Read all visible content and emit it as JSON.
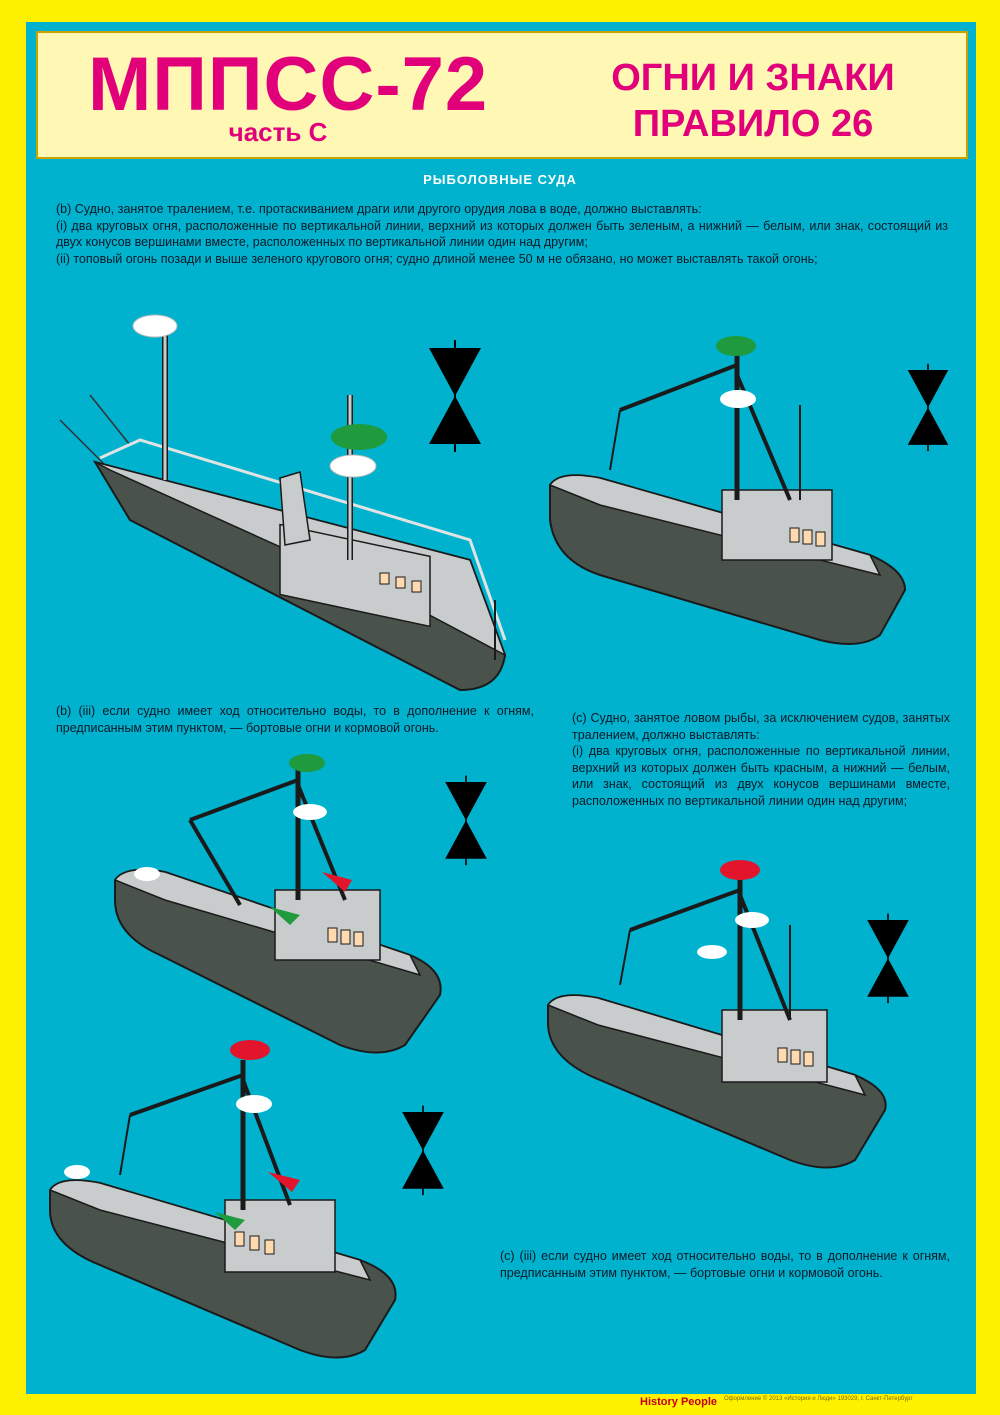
{
  "header": {
    "code": "МППСС-72",
    "part": "часть С",
    "title_line1": "ОГНИ И ЗНАКИ",
    "title_line2": "ПРАВИЛО 26"
  },
  "section_title": "РЫБОЛОВНЫЕ СУДА",
  "text_b": {
    "intro": "(b) Судно, занятое тралением, т.е. протаскиванием драги или другого орудия лова в воде, должно выставлять:",
    "item1": "(i) два круговых огня, расположенные по вертикальной линии, верхний из которых должен быть зеленым, а нижний — белым, или знак, состоящий из двух конусов вершинами вместе, расположенных по вертикальной линии один над другим;",
    "item2": "(ii) топовый огонь позади и выше зеленого кругового огня; судно длиной менее 50 м не обязано, но может выставлять такой огонь;"
  },
  "text_b3": "(b) (iii) если судно имеет ход относительно воды, то в дополнение к огням, предписанным этим пунктом, — бортовые огни и кормовой огонь.",
  "text_c": {
    "intro": "(c) Судно, занятое ловом рыбы, за исключением судов, занятых тралением, должно выставлять:",
    "item1": "(i) два круговых огня, расположенные по вертикальной линии, верхний из которых должен быть красным, а нижний — белым, или знак, состоящий из двух конусов вершинами вместе, расположенных по вертикальной линии один над другим;"
  },
  "text_c3": "(c) (iii) если судно имеет ход относительно воды, то в дополнение к огням, предписанным этим пунктом, — бортовые огни и кормовой огонь.",
  "footer": {
    "logo": "History People",
    "fine_print": "Оформление © 2013 «История и Люди» 193029, г. Санкт-Петербург"
  },
  "colors": {
    "background": "#00b2cd",
    "frame": "#fff200",
    "header_text": "#e2007a",
    "hull": "#4a524c",
    "deck": "#c8cccc",
    "light_green": "#1f9a3c",
    "light_red": "#e2152d",
    "light_white": "#ffffff",
    "shape": "#000000"
  },
  "icons": [
    "trawler-illustration",
    "fishing-vessel-illustration",
    "cone-shape-signal"
  ]
}
